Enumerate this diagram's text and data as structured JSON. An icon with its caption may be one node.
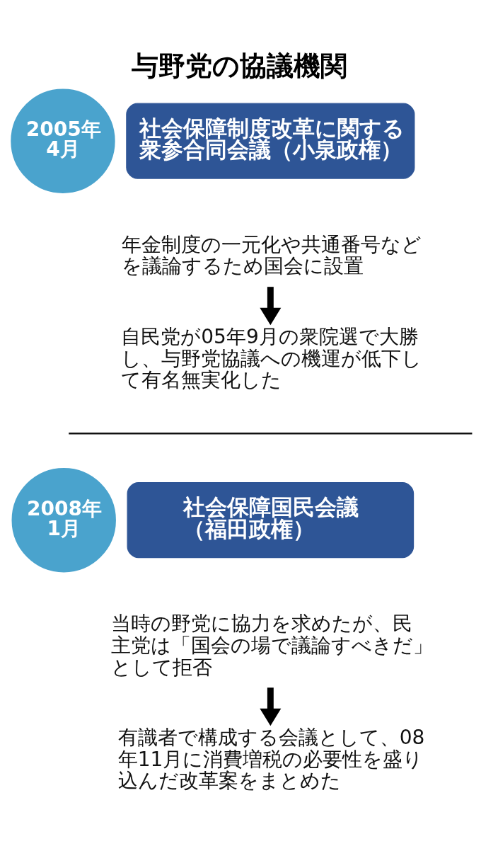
{
  "diagram": {
    "title": "与野党の協議機関",
    "nodes": [
      {
        "text": [
          "2005年4月"
        ]
      },
      {
        "text": [
          "社会保障制度改革に関する衆参合同会議（小泉政権）"
        ]
      },
      {
        "text": [
          "年金制度の一元化や共通番号などを議論するため国会に設置"
        ]
      },
      {
        "text": [
          "自民党が05年9月の衆院選で大勝し、与野党協議への機運が低下して有名無実化した"
        ]
      },
      {
        "text": [
          "2008年1月"
        ]
      },
      {
        "text": [
          "社会保障国民会議（福田政権）"
        ]
      },
      {
        "text": [
          "当時の野党に協力を求めたが、民主党は「国会の場で議論すべきだ」として拒否"
        ]
      },
      {
        "text": [
          "有識者で構成する会議として、08年11月に消費増税の必要性を盛り込んだ改革案をまとめた"
        ]
      }
    ],
    "edges": [
      {
        "from": 2,
        "to": 3,
        "arrow": "to"
      },
      {
        "from": 6,
        "to": 7,
        "arrow": "to"
      }
    ]
  }
}
